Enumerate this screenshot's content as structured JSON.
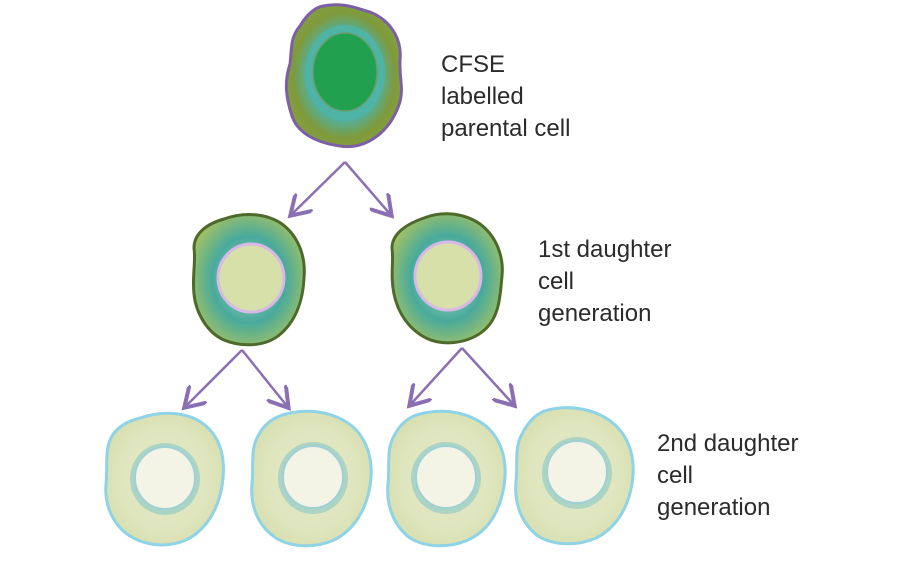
{
  "labels": {
    "parent": [
      "CFSE",
      "labelled",
      "parental cell"
    ],
    "gen1": [
      "1st daughter",
      "cell",
      "generation"
    ],
    "gen2": [
      "2nd daughter",
      "cell",
      "generation"
    ]
  },
  "colors": {
    "arrow": "#8a6fb3",
    "parent_outline": "#7d5fa6",
    "parent_body": "#7f9a3c",
    "parent_ring": "#4fb3a6",
    "parent_nucleus": "#21a150",
    "gen1_outline": "#4e6a2a",
    "gen1_body": "#48aa9c",
    "gen1_ring": "#d7b8e6",
    "gen1_nucleus": "#d7e0a8",
    "gen2_outline": "#8fd3e6",
    "gen2_body": "#dfe5bd",
    "gen2_ring": "#7fc4c9",
    "gen2_nucleus": "#f3f3e6"
  }
}
